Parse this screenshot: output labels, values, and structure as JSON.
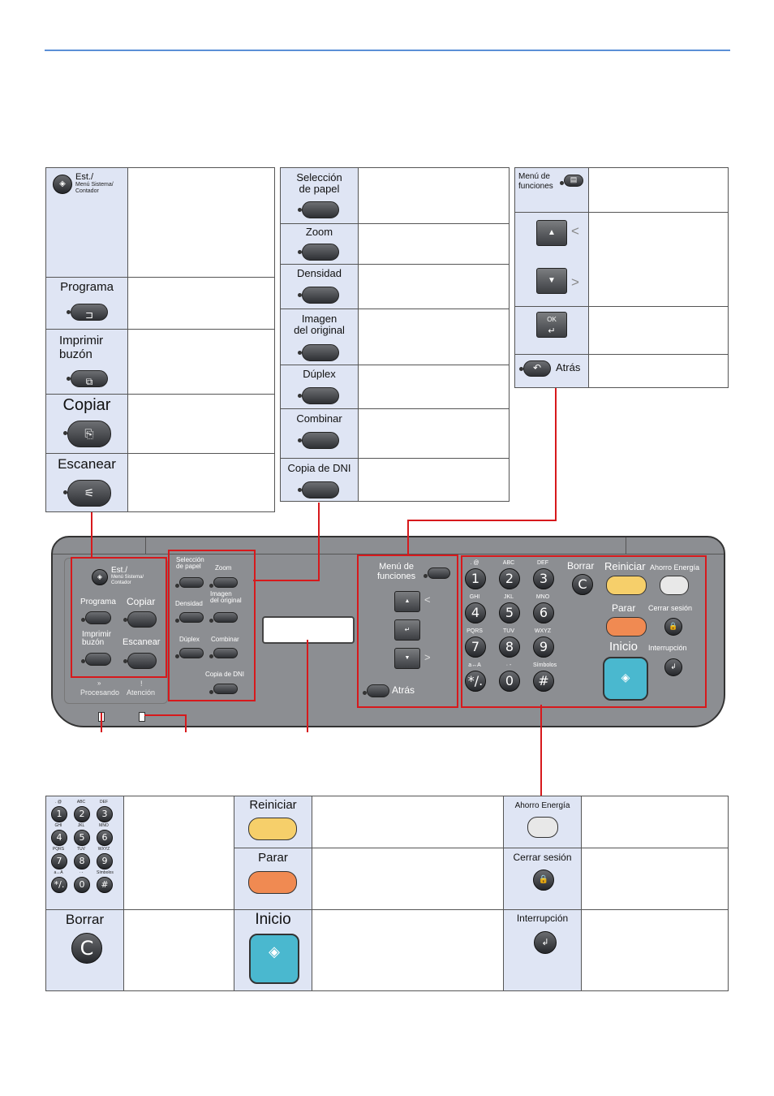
{
  "table1": {
    "est": {
      "main": "Est./",
      "sub1": "Menú Sistema/",
      "sub2": "Contador"
    },
    "programa": "Programa",
    "imprimir": [
      "Imprimir",
      "buzón"
    ],
    "copiar": "Copiar",
    "escanear": "Escanear"
  },
  "table2": {
    "seleccion": [
      "Selección",
      "de papel"
    ],
    "zoom": "Zoom",
    "densidad": "Densidad",
    "imagen": [
      "Imagen",
      "del original"
    ],
    "duplex": "Dúplex",
    "combinar": "Combinar",
    "copia_dni": "Copia de DNI"
  },
  "table3": {
    "menu": [
      "Menú de",
      "funciones"
    ],
    "up": "<",
    "down": ">",
    "ok": "OK",
    "atras": "Atrás"
  },
  "panel": {
    "est_main": "Est./",
    "est_sub": [
      "Menú Sistema/",
      "Contador"
    ],
    "programa": "Programa",
    "copiar": "Copiar",
    "imprimir": [
      "Imprimir",
      "buzón"
    ],
    "escanear": "Escanear",
    "procesando": "Procesando",
    "atencion": "Atención",
    "seleccion": [
      "Selección",
      "de papel"
    ],
    "zoom": "Zoom",
    "densidad": "Densidad",
    "imagen": [
      "Imagen",
      "del original"
    ],
    "duplex": "Dúplex",
    "combinar": "Combinar",
    "copia_dni": "Copia de DNI",
    "menu": [
      "Menú de",
      "funciones"
    ],
    "atras": "Atrás",
    "borrar": "Borrar",
    "reiniciar": "Reiniciar",
    "ahorro": "Ahorro Energía",
    "parar": "Parar",
    "cerrar": "Cerrar sesión",
    "inicio": "Inicio",
    "interrupcion": "Interrupción",
    "keys": [
      {
        "d": "1",
        "s": ". @"
      },
      {
        "d": "2",
        "s": "ABC"
      },
      {
        "d": "3",
        "s": "DEF"
      },
      {
        "d": "4",
        "s": "GHI"
      },
      {
        "d": "5",
        "s": "JKL"
      },
      {
        "d": "6",
        "s": "MNO"
      },
      {
        "d": "7",
        "s": "PQRS"
      },
      {
        "d": "8",
        "s": "TUV"
      },
      {
        "d": "9",
        "s": "WXYZ"
      },
      {
        "d": "*/.",
        "s": "a↔A"
      },
      {
        "d": "0",
        "s": "· -"
      },
      {
        "d": "#",
        "s": "Símbolos"
      }
    ]
  },
  "table4": {
    "reiniciar": "Reiniciar",
    "ahorro": "Ahorro Energía",
    "parar": "Parar",
    "cerrar": "Cerrar sesión",
    "borrar": "Borrar",
    "inicio": "Inicio",
    "interrupcion": "Interrupción"
  },
  "colors": {
    "accent_line": "#5b8fd6",
    "label_bg": "#dfe5f4",
    "callout": "#d7191c",
    "reiniciar": "#f6cf6a",
    "parar": "#f08a52",
    "inicio": "#4ab8cf"
  }
}
